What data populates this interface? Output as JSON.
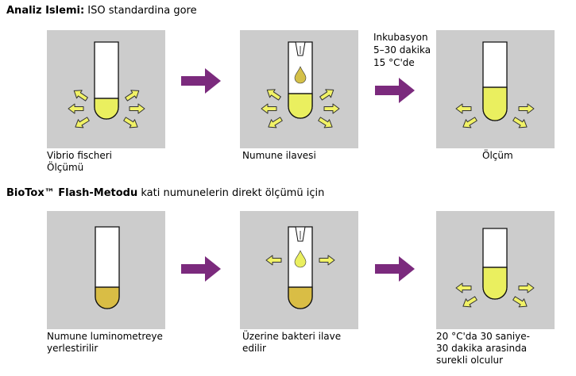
{
  "sections": [
    {
      "heading_bold": "Analiz Islemi:",
      "heading_rest": " ISO standardina gore",
      "steps": [
        {
          "caption": "Vibrio fischeri\nÖlçümü"
        },
        {
          "caption": "Numune ilavesi"
        },
        {
          "caption": "Ölçüm"
        }
      ],
      "incubation_note": "Inkubasyon\n5–30 dakika\n15 °C'de"
    },
    {
      "heading_bold": "BioTox™ Flash-Metodu",
      "heading_rest": " kati numunelerin direkt ölçümü için",
      "steps": [
        {
          "caption": "Numune luminometreye\nyerlestirilir"
        },
        {
          "caption": "Üzerine bakteri ilave\nedilir"
        },
        {
          "caption": "20 °C'da 30 saniye-\n30 dakika arasinda\nsurekli olculur"
        }
      ]
    }
  ],
  "colors": {
    "panel": "#cccccc",
    "process_arrow": "#7b2a7d",
    "glow_arrow": "#f1f266",
    "liquid_bright": "#eaef5f",
    "liquid_dark": "#d9bd45",
    "dropper": "#d4c048"
  }
}
